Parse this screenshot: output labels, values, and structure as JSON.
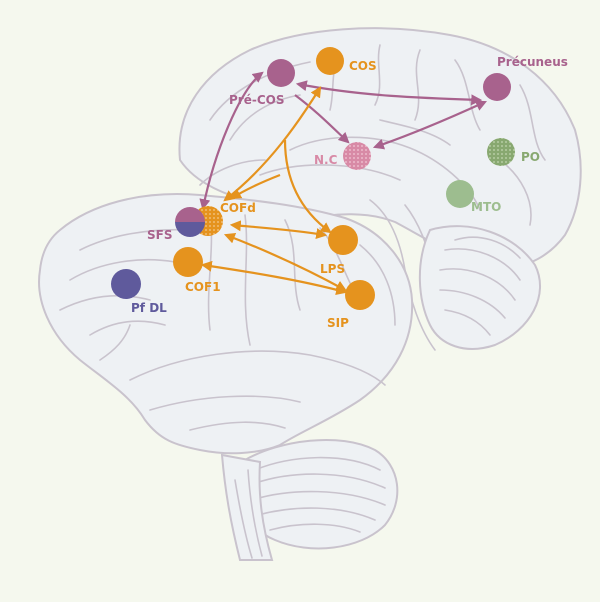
{
  "colors": {
    "orange": "#e5931e",
    "purple": "#a8628d",
    "navy": "#5f5a9c",
    "green": "#9dbd8f",
    "green_dark": "#88a870",
    "pink": "#d88aa6"
  },
  "nodes": {
    "pre_cos": {
      "label": "Pré-COS",
      "color": "#a8628d"
    },
    "cos": {
      "label": "COS",
      "color": "#e5931e"
    },
    "precuneus": {
      "label": "Précuneus",
      "color": "#a8628d"
    },
    "nc": {
      "label": "N.C",
      "color": "#d88aa6"
    },
    "po": {
      "label": "PO",
      "color": "#88a870"
    },
    "mto": {
      "label": "MTO",
      "color": "#9dbd8f"
    },
    "cofd": {
      "label": "COFd",
      "color": "#e5931e"
    },
    "sfs": {
      "label": "SFS",
      "color": "#a8628d"
    },
    "lps": {
      "label": "LPS",
      "color": "#e5931e"
    },
    "cof1": {
      "label": "COF1",
      "color": "#e5931e"
    },
    "pfdl": {
      "label": "Pf DL",
      "color": "#5f5a9c"
    },
    "sip": {
      "label": "SIP",
      "color": "#e5931e"
    }
  }
}
